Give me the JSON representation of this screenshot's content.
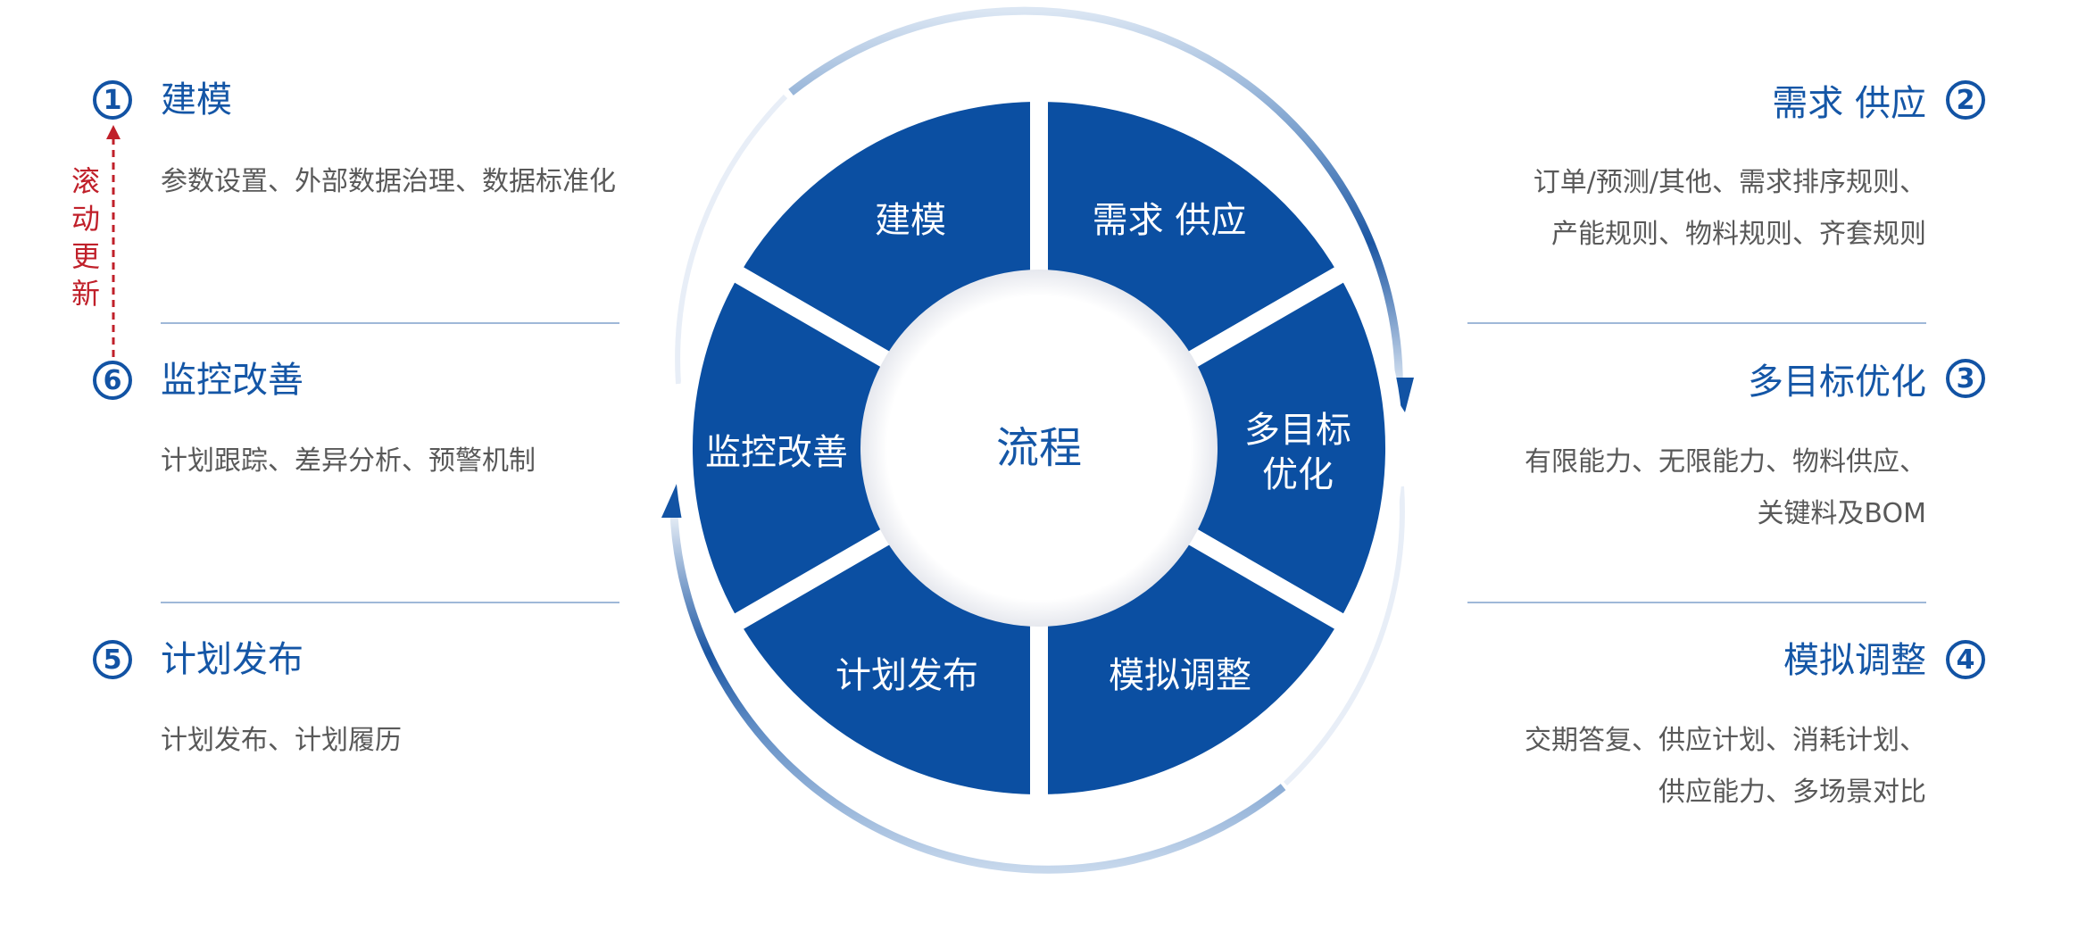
{
  "center": {
    "label": "流程"
  },
  "wheel": {
    "segments": [
      {
        "label": "建模"
      },
      {
        "label": "需求 供应"
      },
      {
        "label_line1": "多目标",
        "label_line2": "优化"
      },
      {
        "label": "模拟调整"
      },
      {
        "label": "计划发布"
      },
      {
        "label": "监控改善"
      }
    ]
  },
  "loop_label": [
    "滚",
    "动",
    "更",
    "新"
  ],
  "steps": [
    {
      "number": "1",
      "title": "建模",
      "desc": [
        "参数设置、外部数据治理、数据标准化"
      ]
    },
    {
      "number": "2",
      "title": "需求 供应",
      "desc": [
        "订单/预测/其他、需求排序规则、",
        "产能规则、物料规则、齐套规则"
      ]
    },
    {
      "number": "3",
      "title": "多目标优化",
      "desc": [
        "有限能力、无限能力、物料供应、",
        "关键料及BOM"
      ]
    },
    {
      "number": "4",
      "title": "模拟调整",
      "desc": [
        "交期答复、供应计划、消耗计划、",
        "供应能力、多场景对比"
      ]
    },
    {
      "number": "5",
      "title": "计划发布",
      "desc": [
        "计划发布、计划履历"
      ]
    },
    {
      "number": "6",
      "title": "监控改善",
      "desc": [
        "计划跟踪、差异分析、预警机制"
      ]
    }
  ],
  "colors": {
    "primary": "#0b4fa2",
    "title": "#1456a6",
    "loop_red": "#c0202a",
    "text_gray": "#595959"
  }
}
